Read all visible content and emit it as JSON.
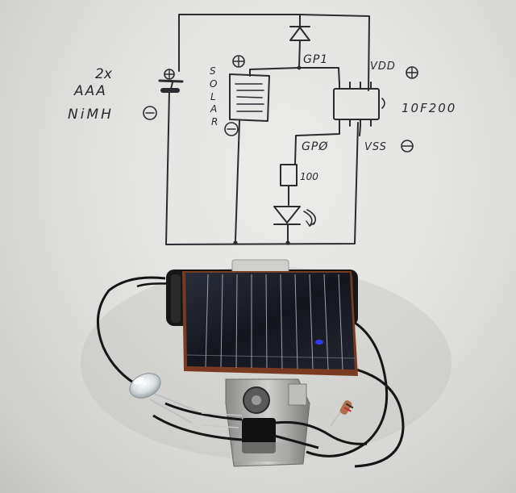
{
  "schematic": {
    "battery_count": "2x",
    "battery_type": "AAA",
    "battery_chem": "NiMH",
    "solar_letters": [
      "S",
      "O",
      "L",
      "A",
      "R"
    ],
    "chip_name": "10F200",
    "pin_gp1": "GP1",
    "pin_gp0": "GPØ",
    "vdd": "VDD",
    "vss": "VSS",
    "resistor_value": "100",
    "plus_symbol": "⊕",
    "minus_symbol": "⊖"
  },
  "colors": {
    "paper": "#e6e6e4",
    "ink": "#2b2b30",
    "solar_cell": "#1a1d26",
    "led_blue": "#2a3cff",
    "wire": "#151515",
    "copper": "#a05a3a"
  }
}
